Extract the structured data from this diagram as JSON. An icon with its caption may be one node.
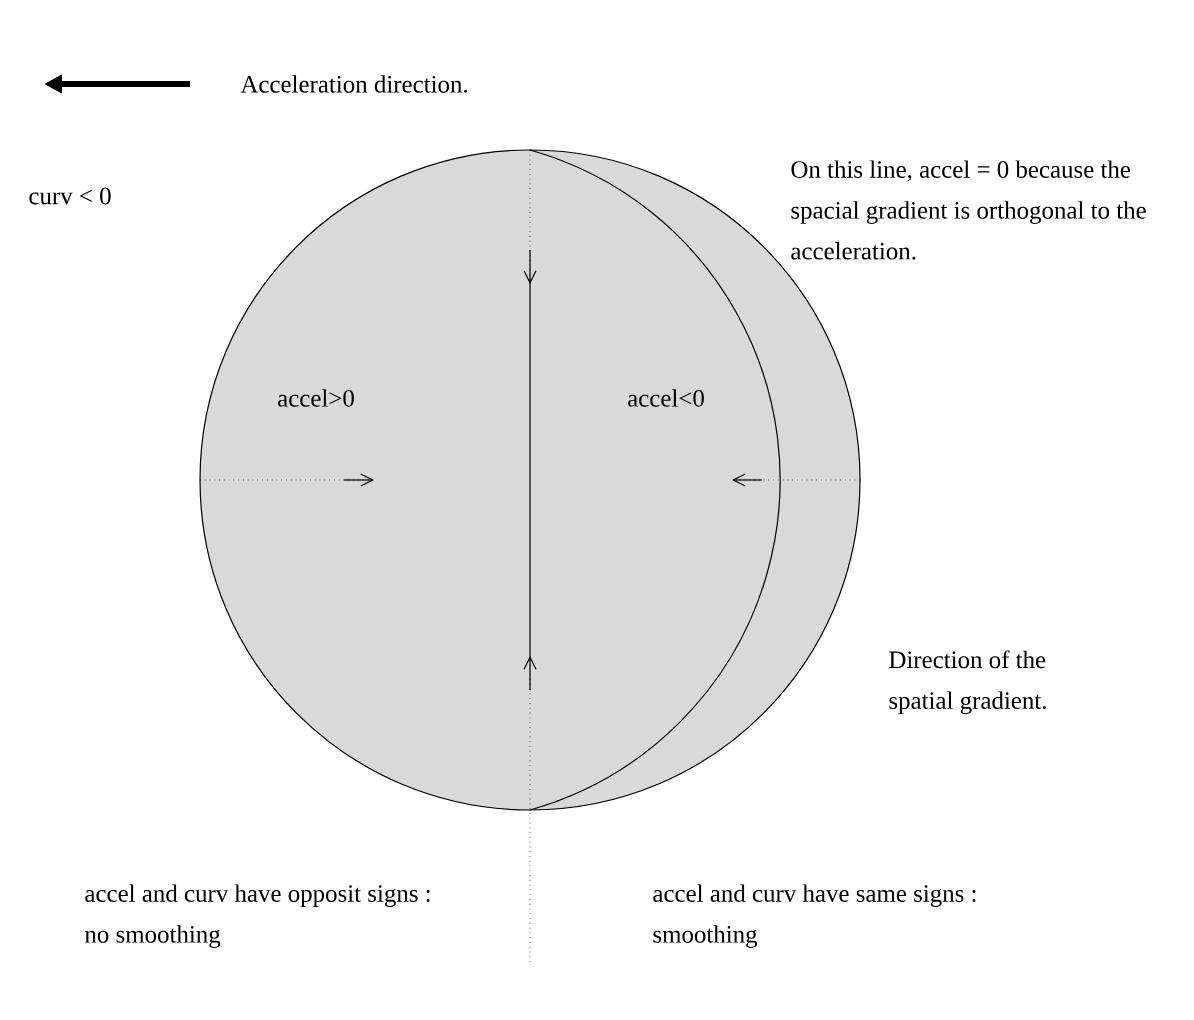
{
  "diagram": {
    "labels": [
      "curv < 0",
      "On this line, accel = 0 because the spacial gradient is orthogonal to the acceleration.",
      "accel>0",
      "accel<0",
      "Direction of the spatial gradient.",
      "accel and curv have opposit signs : no smoothing",
      "accel and curv have same signs : smoothing"
    ],
    "legend": [
      {
        "text": "Acceleration direction."
      }
    ]
  }
}
